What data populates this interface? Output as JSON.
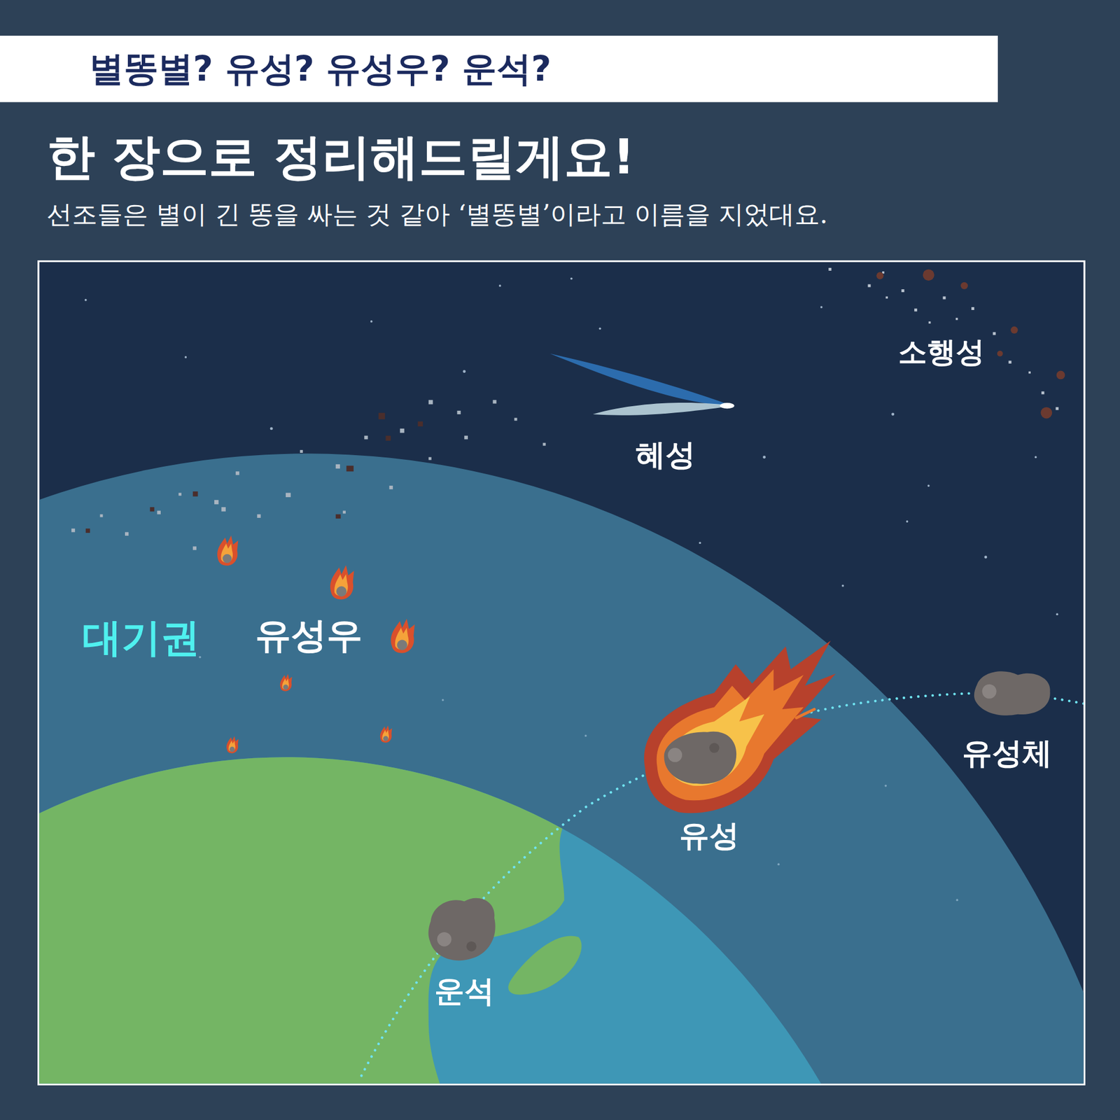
{
  "diagram": {
    "title": "별똥별? 유성? 유성우? 운석?",
    "caption": "선조들은 별이 긴 똥을 싸는 것 같아 ‘별똥별’이라고 이름을 지었대요.",
    "labels": [
      "한 장으로 정리해드릴게요!",
      "소행성",
      "혜성",
      "대기권",
      "유성우",
      "유성체",
      "유성",
      "운석"
    ]
  }
}
